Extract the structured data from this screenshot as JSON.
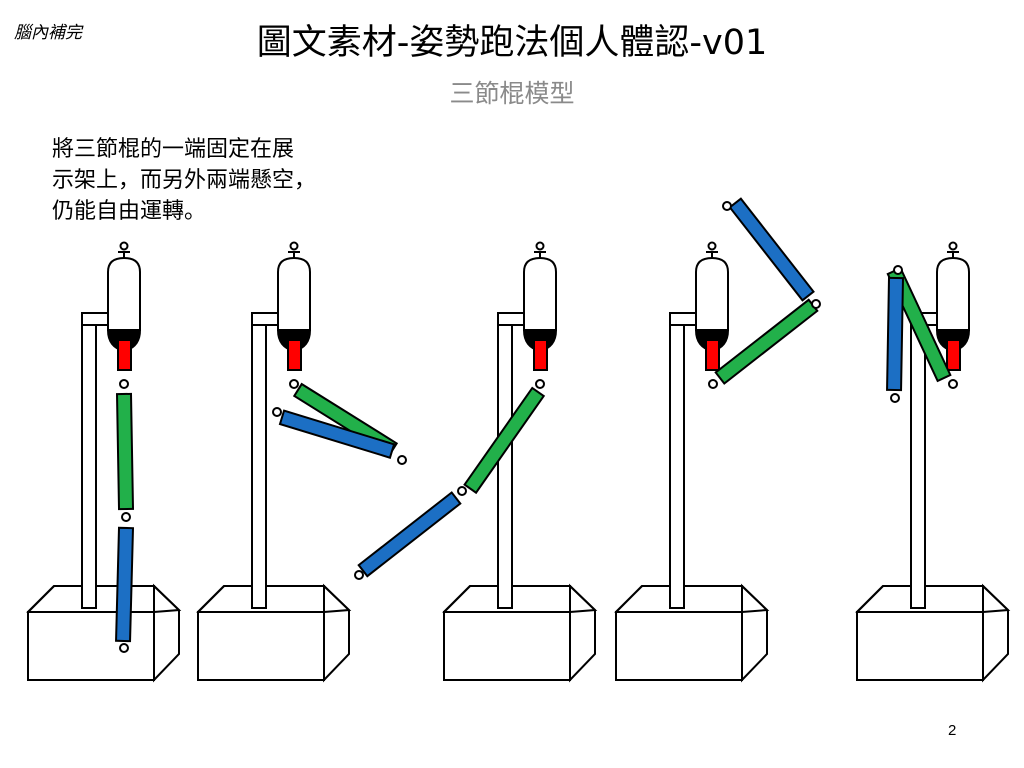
{
  "header": {
    "corner_text": "腦內補完",
    "title": "圖文素材-姿勢跑法個人體認-v01",
    "subtitle": "三節棍模型"
  },
  "description": "將三節棍的一端固定在展\n示架上，而另外兩端懸空，\n仍能自由運轉。",
  "page_number": "2",
  "colors": {
    "segment_red": "#ff0000",
    "segment_green": "#22b04a",
    "segment_blue": "#1c6fc4",
    "outline": "#000000",
    "background": "#ffffff"
  }
}
